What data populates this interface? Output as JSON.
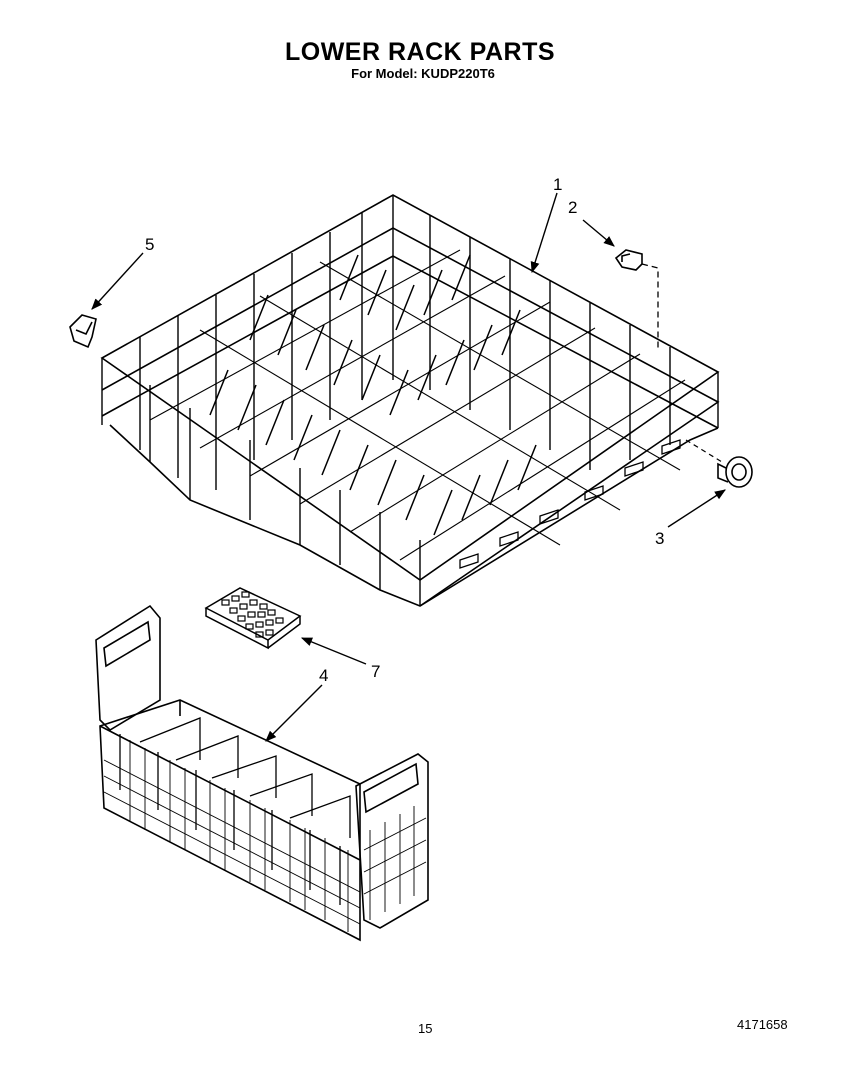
{
  "header": {
    "title": "LOWER RACK PARTS",
    "subtitle": "For Model: KUDP220T6"
  },
  "footer": {
    "page_number": "15",
    "document_number": "4171658"
  },
  "callouts": [
    {
      "id": "1",
      "label": "1"
    },
    {
      "id": "2",
      "label": "2"
    },
    {
      "id": "3",
      "label": "3"
    },
    {
      "id": "4",
      "label": "4"
    },
    {
      "id": "5",
      "label": "5"
    },
    {
      "id": "7",
      "label": "7"
    }
  ]
}
